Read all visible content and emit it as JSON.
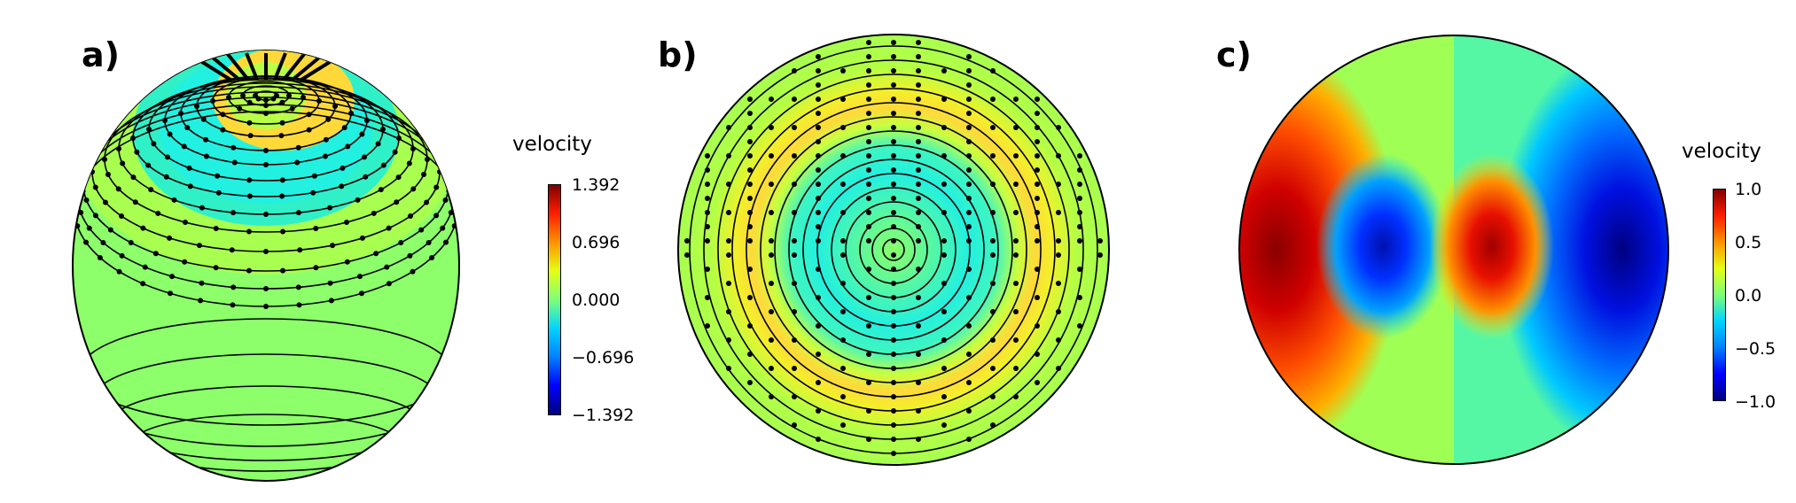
{
  "panels": {
    "a": {
      "label": "a)"
    },
    "b": {
      "label": "b)"
    },
    "c": {
      "label": "c)"
    }
  },
  "colorbar_a": {
    "title": "velocity",
    "ticks": [
      "1.392",
      "0.696",
      "0.000",
      "−0.696",
      "−1.392"
    ]
  },
  "colorbar_c": {
    "title": "velocity",
    "ticks": [
      "1.0",
      "0.5",
      "0.0",
      "−0.5",
      "−1.0"
    ]
  },
  "colors": {
    "green": "#8cff6a",
    "lime": "#c2ff3a",
    "yellow": "#ffd93a",
    "cyan": "#28f0d8",
    "teal": "#55f7a4",
    "red": "#cf0000",
    "blue": "#0018d8"
  }
}
